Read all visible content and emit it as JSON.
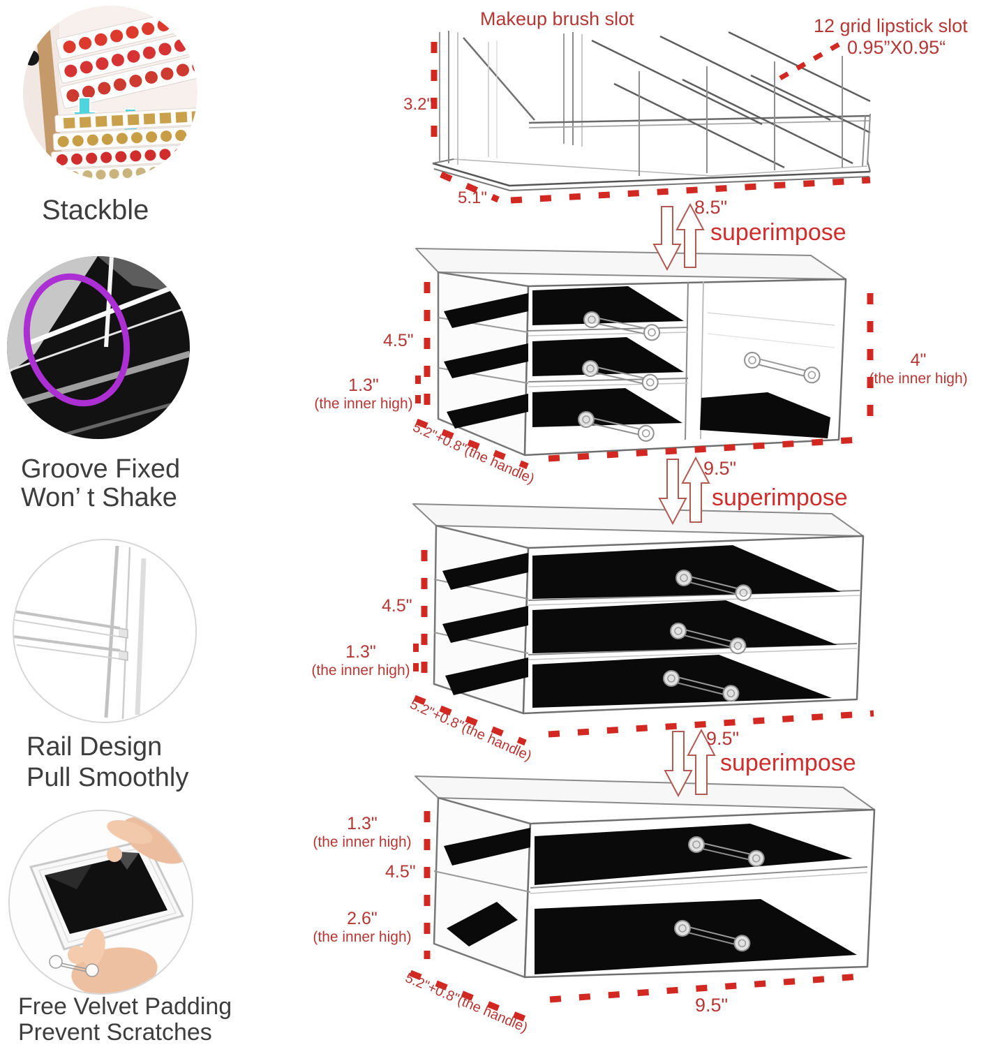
{
  "colors": {
    "label_red": "#b53734",
    "dash_red": "#d22822",
    "superimpose_red": "#d02c2c",
    "caption_gray": "#3d3d3d",
    "highlight_purple": "#ab2fd2",
    "arrow_cyan": "#4fd3dc",
    "velvet_black": "#0a0a0a"
  },
  "features": [
    {
      "icon": "stacked-lipstick-trays-photo",
      "caption": [
        "Stackble"
      ]
    },
    {
      "icon": "groove-corner-photo",
      "caption": [
        "Groove Fixed",
        "Won’ t Shake"
      ]
    },
    {
      "icon": "slide-rail-photo",
      "caption": [
        "Rail Design",
        "Pull Smoothly"
      ]
    },
    {
      "icon": "velvet-padding-photo",
      "caption": [
        "Free Velvet Padding",
        "Prevent Scratches"
      ]
    }
  ],
  "top_tray": {
    "brush_slot_label": "Makeup brush slot",
    "lipstick_slot_label": "12 grid lipstick slot",
    "lipstick_slot_size": "0.95”X0.95“",
    "height": "3.2\"",
    "depth": "5.1\"",
    "width": "8.5\""
  },
  "superimpose_label": "superimpose",
  "four_drawer_unit": {
    "height": "4.5\"",
    "inner_height_small": "1.3\"",
    "inner_height_note": "(the inner high)",
    "inner_height_big": "4\"",
    "depth_with_handle": "5.2\"+0.8\"(the handle)",
    "width": "9.5\""
  },
  "three_drawer_unit": {
    "height": "4.5\"",
    "inner_height": "1.3\"",
    "inner_height_note": "(the inner high)",
    "depth_with_handle": "5.2\"+0.8\"(the handle)",
    "width": "9.5\""
  },
  "two_drawer_unit": {
    "inner_height_top": "1.3\"",
    "inner_height_note": "(the inner high)",
    "height": "4.5\"",
    "inner_height_bottom": "2.6\"",
    "depth_with_handle": "5.2\"+0.8\"(the handle)",
    "width": "9.5\""
  }
}
